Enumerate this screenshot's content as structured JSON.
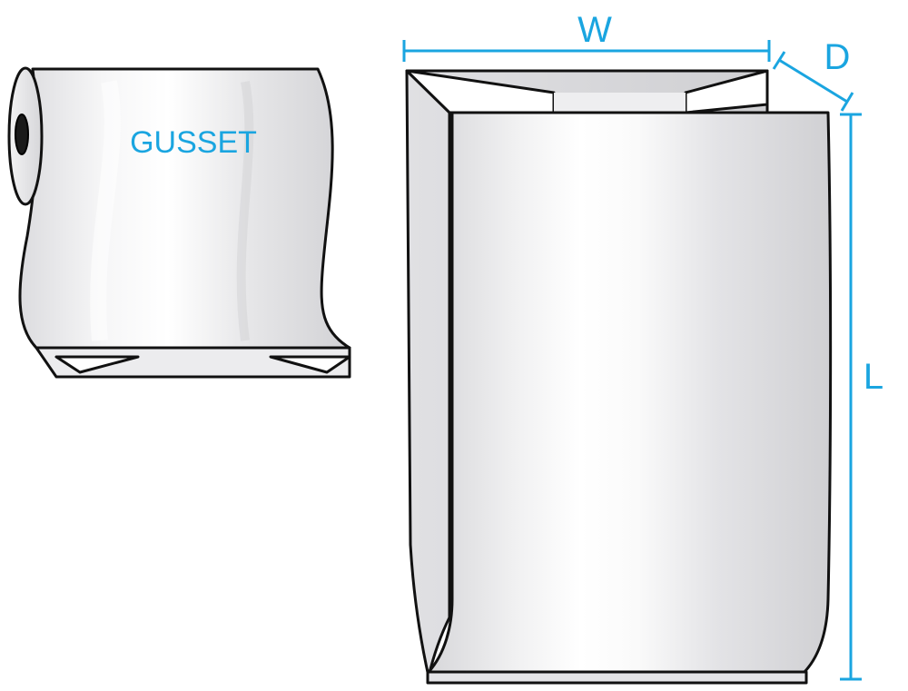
{
  "labels": {
    "roll_text": "GUSSET",
    "width": "W",
    "depth": "D",
    "length": "L"
  },
  "colors": {
    "accent": "#1aa5e0",
    "outline": "#111111",
    "film_light": "#ffffff",
    "film_shade": "#d9d9dc"
  },
  "icons": {
    "roll": "gusset-roll-icon",
    "bag": "gusseted-bag-icon"
  }
}
